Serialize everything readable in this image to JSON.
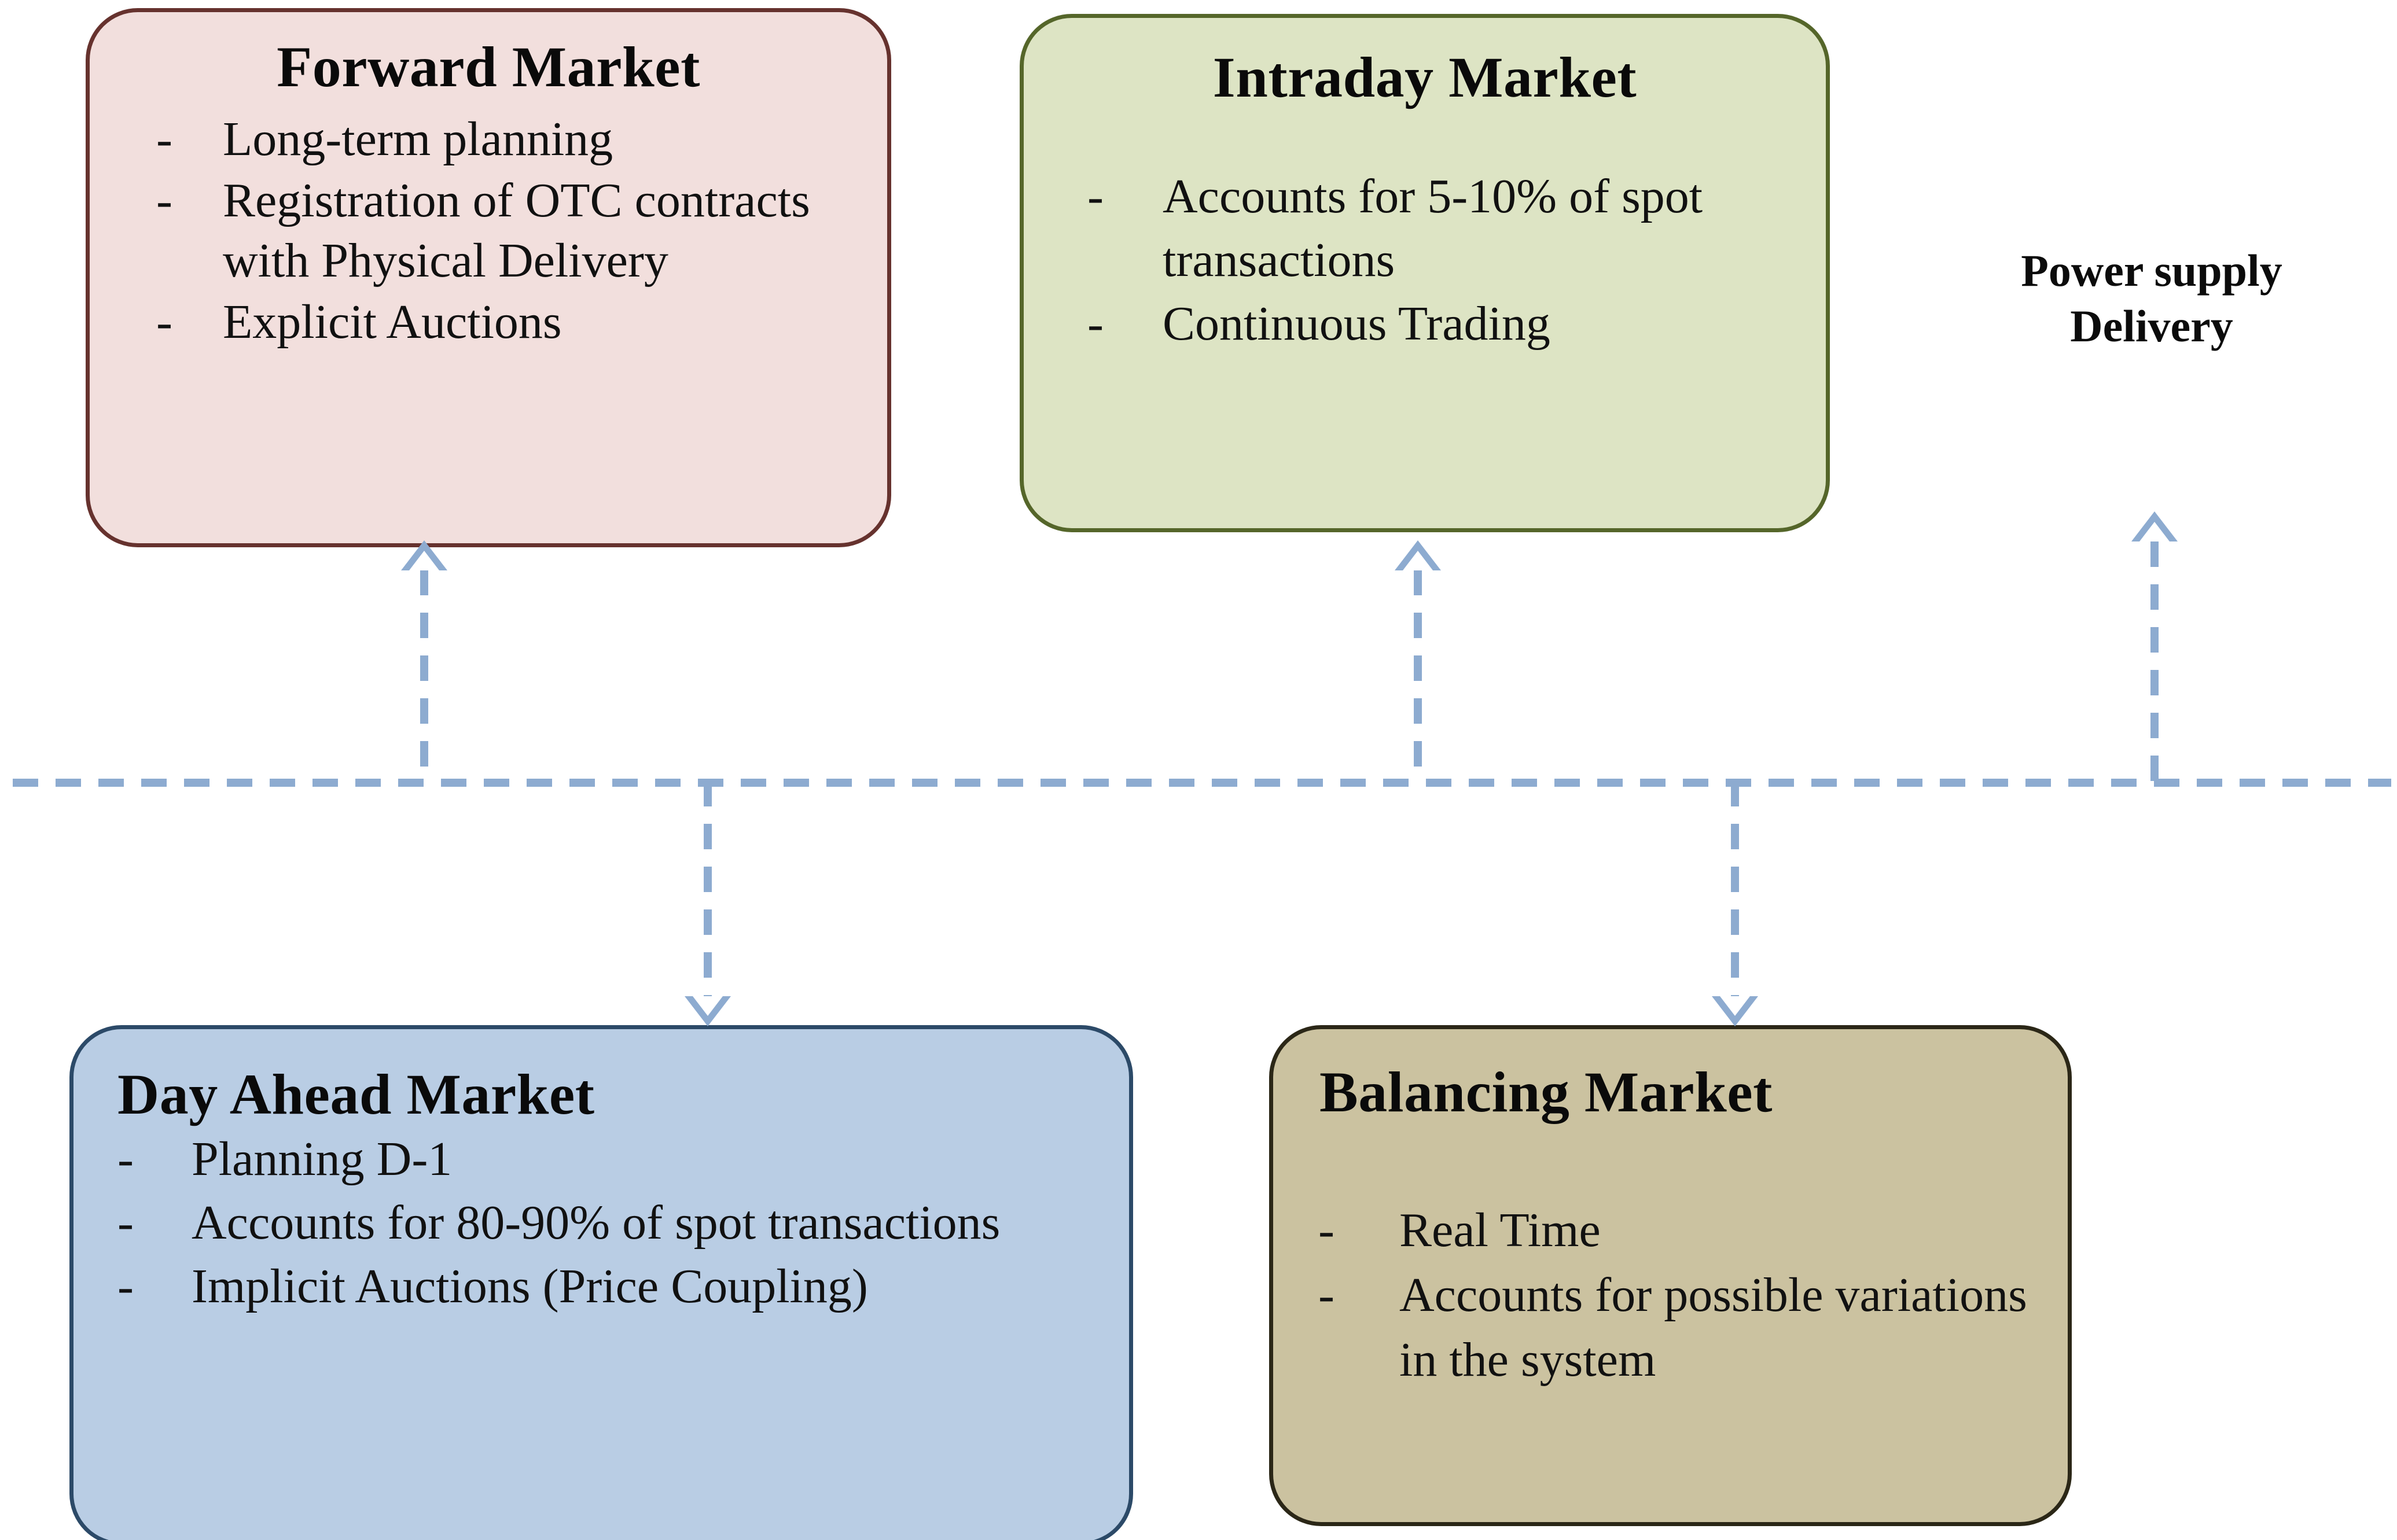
{
  "diagram": {
    "title": "Electricity market timeline segments",
    "colors": {
      "forward_fill": "#f2dfdd",
      "forward_border": "#66322e",
      "intraday_fill": "#dde4c4",
      "intraday_border": "#55662a",
      "day_ahead_fill": "#b9cde4",
      "day_ahead_border": "#2c4a68",
      "balancing_fill": "#cbc2a0",
      "balancing_border": "#2b2717",
      "connector": "#8dabd0"
    },
    "bullet_glyph": "-"
  },
  "boxes": {
    "forward": {
      "title": "Forward Market",
      "bullets": [
        "Long-term planning",
        "Registration of OTC contracts with Physical Delivery",
        "Explicit Auctions"
      ]
    },
    "intraday": {
      "title": "Intraday  Market",
      "bullets": [
        "Accounts for 5-10% of spot transactions",
        "Continuous Trading"
      ]
    },
    "day_ahead": {
      "title": "Day Ahead Market",
      "bullets": [
        "Planning D-1",
        "Accounts for 80-90% of spot transactions",
        "Implicit Auctions (Price Coupling)"
      ]
    },
    "balancing": {
      "title": "Balancing Market",
      "bullets": [
        "Real Time",
        "Accounts for possible variations in the system"
      ]
    }
  },
  "labels": {
    "power_supply_line1": "Power supply",
    "power_supply_line2": "Delivery"
  }
}
